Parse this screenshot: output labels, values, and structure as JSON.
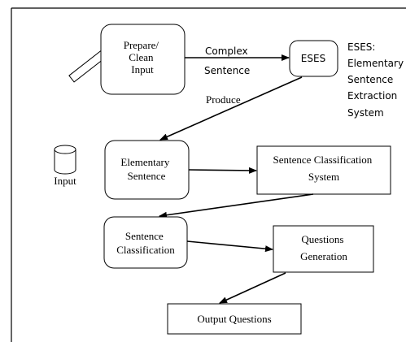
{
  "nodes": {
    "prepare": {
      "lines": [
        "Prepare/",
        "Clean",
        "Input"
      ]
    },
    "eses": {
      "label": "ESES"
    },
    "eses_note": {
      "lines": [
        "ESES:",
        "Elementary",
        "Sentence",
        "Extraction",
        "System"
      ]
    },
    "input": {
      "label": "Input"
    },
    "elementary": {
      "lines": [
        "Elementary",
        "Sentence"
      ]
    },
    "classification_system": {
      "lines": [
        "Sentence Classification",
        "System"
      ]
    },
    "sentence_classification": {
      "lines": [
        "Sentence",
        "Classification"
      ]
    },
    "questions_generation": {
      "lines": [
        "Questions",
        "Generation"
      ]
    },
    "output": {
      "label": "Output Questions"
    }
  },
  "edge_labels": {
    "complex": [
      "Complex",
      "Sentence"
    ],
    "produce": "Produce"
  },
  "colors": {
    "stroke": "#000000",
    "background": "#ffffff"
  }
}
